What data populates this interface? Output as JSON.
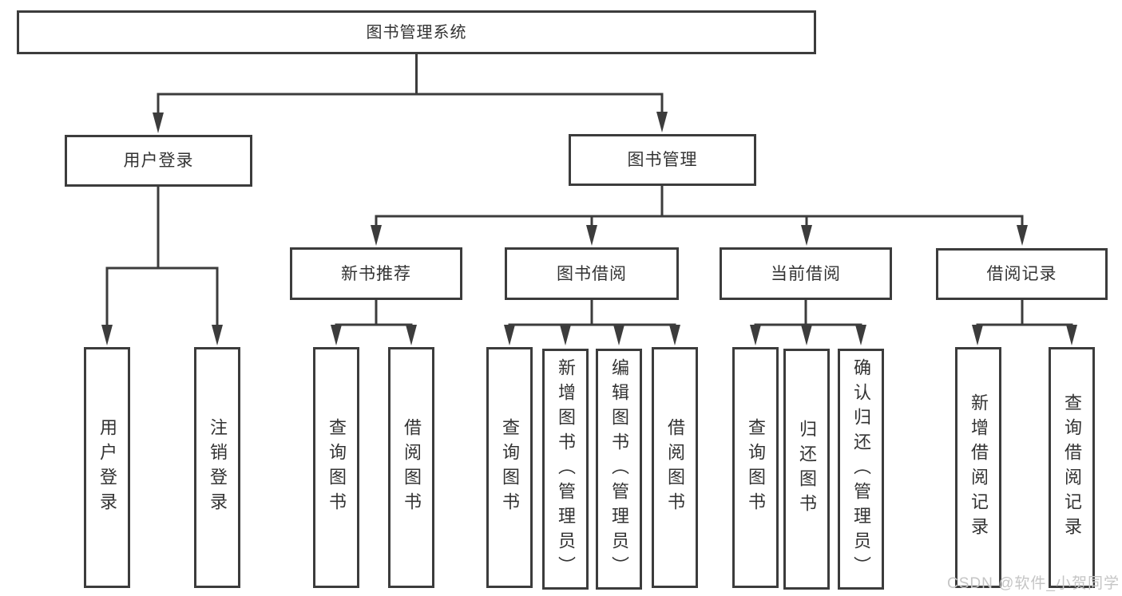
{
  "colors": {
    "line": "#3c3c3c",
    "text": "#333333",
    "background": "#ffffff",
    "watermark": "#c5c5c5"
  },
  "tree": {
    "root": {
      "label": "图书管理系统"
    },
    "user_login": {
      "label": "用户登录",
      "children": [
        {
          "label": "用户登录"
        },
        {
          "label": "注销登录"
        }
      ]
    },
    "book_mgmt": {
      "label": "图书管理",
      "groups": [
        {
          "label": "新书推荐",
          "children": [
            {
              "label": "查询图书"
            },
            {
              "label": "借阅图书"
            }
          ]
        },
        {
          "label": "图书借阅",
          "children": [
            {
              "label": "查询图书"
            },
            {
              "label": "新增图书（管理员）"
            },
            {
              "label": "编辑图书（管理员）"
            },
            {
              "label": "借阅图书"
            }
          ]
        },
        {
          "label": "当前借阅",
          "children": [
            {
              "label": "查询图书"
            },
            {
              "label": "归还图书"
            },
            {
              "label": "确认归还（管理员）"
            }
          ]
        },
        {
          "label": "借阅记录",
          "children": [
            {
              "label": "新增借阅记录"
            },
            {
              "label": "查询借阅记录"
            }
          ]
        }
      ]
    }
  },
  "watermark": {
    "text": "CSDN @软件_小贺同学"
  }
}
